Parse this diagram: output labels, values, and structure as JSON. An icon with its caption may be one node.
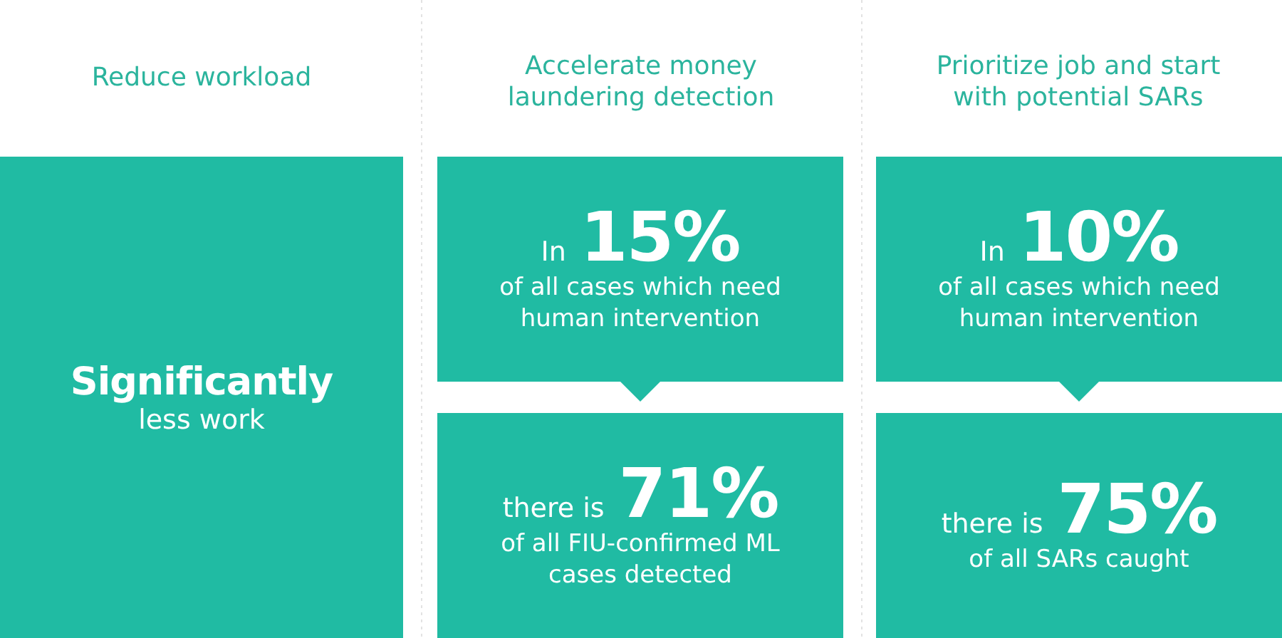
{
  "diagram": {
    "nodes": [
      {
        "text": [
          "Significantly",
          "less work"
        ]
      },
      {
        "text": [
          "In",
          "15%",
          "of all cases which need human intervention"
        ]
      },
      {
        "text": [
          "there is",
          "71%",
          "of all FIU-confirmed ML cases detected"
        ]
      },
      {
        "text": [
          "In",
          "10%",
          "of all cases which need human intervention"
        ]
      },
      {
        "text": [
          "there is",
          "75%",
          "of all SARs caught"
        ]
      }
    ],
    "edges": [
      {
        "from": 1,
        "to": 2,
        "arrow": "to"
      },
      {
        "from": 3,
        "to": 4,
        "arrow": "to"
      }
    ],
    "labels": [
      "Reduce workload",
      "Accelerate money laundering detection",
      "Prioritize job and start with potential SARs"
    ]
  }
}
